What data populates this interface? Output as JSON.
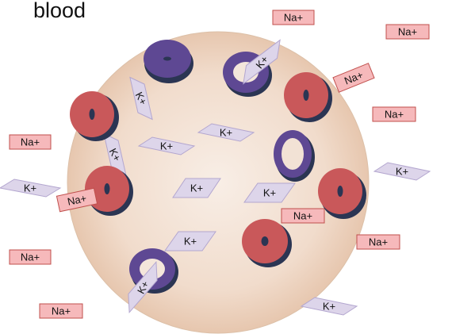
{
  "title": "blood",
  "colors": {
    "sphere_center": "#f7ebe2",
    "sphere_edge": "#e3bfa4",
    "sphere_stroke": "#dcc0a8",
    "na_fill": "#f6b9bb",
    "na_stroke": "#c0504d",
    "k_fill": "#ddd5ea",
    "k_stroke": "#b3a6cf",
    "red_cell": "#c9585a",
    "purple_cell": "#5e4893",
    "cell_dark": "#2b3553"
  },
  "ions": {
    "na_label": "Na+",
    "k_label": "K+"
  }
}
